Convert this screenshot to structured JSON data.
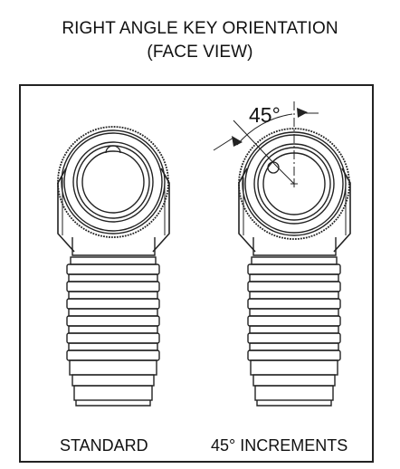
{
  "title": {
    "line1": "RIGHT ANGLE KEY ORIENTATION",
    "line2": "(FACE VIEW)"
  },
  "views": {
    "left_label": "STANDARD",
    "right_label": "45° INCREMENTS",
    "angle_label": "45°"
  },
  "colors": {
    "line": "#222222",
    "background": "#ffffff"
  }
}
